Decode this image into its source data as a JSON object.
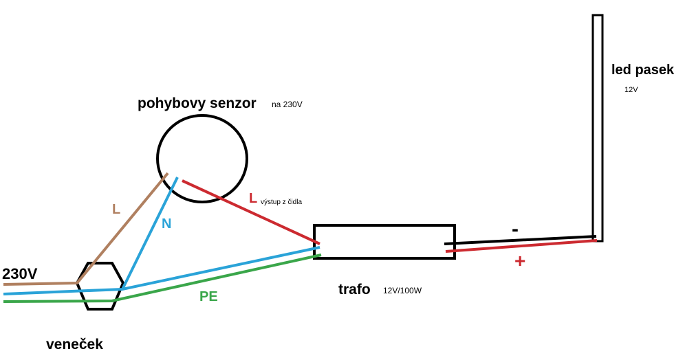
{
  "labels": {
    "sensor_title": "pohybovy senzor",
    "sensor_note": "na 230V",
    "led_title": "led pasek",
    "led_voltage": "12V",
    "input_voltage": "230V",
    "wire_l_in": "L",
    "wire_n": "N",
    "wire_l_out": "L",
    "sensor_output": "výstup z čidla",
    "wire_pe": "PE",
    "trafo_title": "trafo",
    "trafo_rating": "12V/100W",
    "minus": "-",
    "plus": "+",
    "junction": "veneček"
  },
  "colors": {
    "brown": "#b08060",
    "blue": "#2aa3d8",
    "green": "#3aa64a",
    "red": "#cc2a30",
    "black": "#000000"
  }
}
